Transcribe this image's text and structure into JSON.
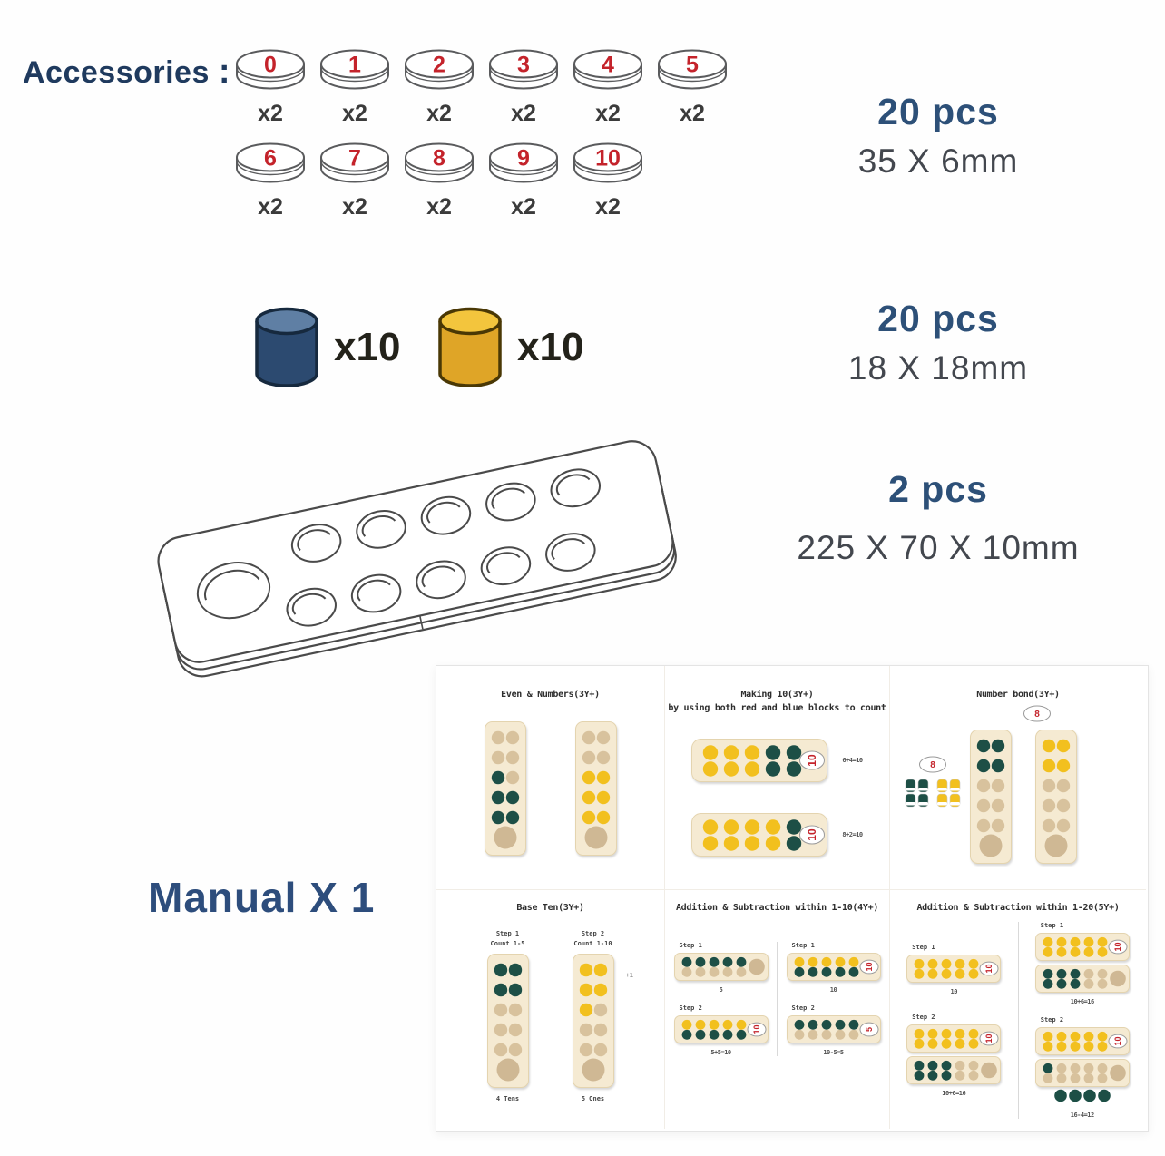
{
  "colors": {
    "navy_header": "#1f3a5e",
    "navy_pcs": "#2d5078",
    "navy_manual": "#2d4d7c",
    "size_gray": "#43474e",
    "red": "#c4232b",
    "disc_stroke": "#5a5b5d",
    "green": "#1d4f46",
    "yellow": "#f2c01e",
    "beige": "#d8c29d",
    "board_fill": "#f5ead2",
    "board_edge": "#e4d4af",
    "big_circle": "#cfb894",
    "blue_cyl": {
      "top": "#5f7fa4",
      "body": "#2c4a70",
      "stroke": "#16293e"
    },
    "yellow_cyl": {
      "top": "#f3c53d",
      "body": "#dfa527",
      "stroke": "#4a3805"
    }
  },
  "header": {
    "label": "Accessories",
    "colon": ":"
  },
  "discs": {
    "row1": [
      {
        "num": "0",
        "qty": "x2"
      },
      {
        "num": "1",
        "qty": "x2"
      },
      {
        "num": "2",
        "qty": "x2"
      },
      {
        "num": "3",
        "qty": "x2"
      },
      {
        "num": "4",
        "qty": "x2"
      },
      {
        "num": "5",
        "qty": "x2"
      }
    ],
    "row2": [
      {
        "num": "6",
        "qty": "x2"
      },
      {
        "num": "7",
        "qty": "x2"
      },
      {
        "num": "8",
        "qty": "x2"
      },
      {
        "num": "9",
        "qty": "x2"
      },
      {
        "num": "10",
        "qty": "x2"
      }
    ]
  },
  "cylinders": [
    {
      "name": "blue-cylinder",
      "palette": "blue_cyl",
      "qty": "x10"
    },
    {
      "name": "yellow-cylinder",
      "palette": "yellow_cyl",
      "qty": "x10"
    }
  ],
  "specs": [
    {
      "pcs": "20 pcs",
      "size": "35 X 6mm"
    },
    {
      "pcs": "20 pcs",
      "size": "18 X 18mm"
    },
    {
      "pcs": "2 pcs",
      "size": "225 X 70 X 10mm"
    }
  ],
  "manual_label": "Manual X 1",
  "manual": {
    "panels": [
      {
        "id": "even-numbers",
        "title": [
          "Even & Numbers(3Y+)"
        ],
        "figures": [
          {
            "type": "vboard",
            "dots": [
              "b",
              "b",
              "b",
              "b",
              "g",
              "b",
              "g",
              "g",
              "g",
              "g"
            ]
          },
          {
            "type": "vboard",
            "dots": [
              "b",
              "b",
              "b",
              "b",
              "y",
              "y",
              "y",
              "y",
              "y",
              "y"
            ]
          }
        ]
      },
      {
        "id": "making-10",
        "title": [
          "Making 10(3Y+)",
          "by using both red and blue blocks to count"
        ],
        "rows": [
          {
            "board": {
              "rows": [
                [
                  "y",
                  "y",
                  "y",
                  "g",
                  "g"
                ],
                [
                  "y",
                  "y",
                  "y",
                  "g",
                  "g"
                ]
              ],
              "badge": "10"
            },
            "label": "6+4=10"
          },
          {
            "board": {
              "rows": [
                [
                  "y",
                  "y",
                  "y",
                  "y",
                  "g"
                ],
                [
                  "y",
                  "y",
                  "y",
                  "y",
                  "g"
                ]
              ],
              "badge": "10"
            },
            "label": "8+2=10"
          }
        ]
      },
      {
        "id": "number-bond",
        "title": [
          "Number bond(3Y+)"
        ],
        "left": {
          "disc": "8",
          "stacks": [
            "g",
            "y"
          ]
        },
        "disc": "8",
        "figures": [
          {
            "type": "vboard",
            "dots": [
              "g",
              "g",
              "g",
              "g",
              "b",
              "b",
              "b",
              "b",
              "b",
              "b"
            ]
          },
          {
            "type": "vboard",
            "dots": [
              "y",
              "y",
              "y",
              "y",
              "b",
              "b",
              "b",
              "b",
              "b",
              "b"
            ]
          }
        ]
      },
      {
        "id": "base-ten",
        "title": [
          "Base Ten(3Y+)"
        ],
        "note": "+1",
        "columns": [
          {
            "caption_above": [
              "Step 1",
              "Count 1-5"
            ],
            "dots": [
              "g",
              "g",
              "g",
              "g",
              "b",
              "b",
              "b",
              "b",
              "b",
              "b"
            ],
            "caption_below": "4 Tens"
          },
          {
            "caption_above": [
              "Step 2",
              "Count 1-10"
            ],
            "dots": [
              "y",
              "y",
              "y",
              "y",
              "y",
              "b",
              "b",
              "b",
              "b",
              "b"
            ],
            "caption_below": "5 Ones"
          }
        ]
      },
      {
        "id": "add-sub-10",
        "title": [
          "Addition & Subtraction within 1-10(4Y+)"
        ],
        "quadrants": [
          {
            "step": "Step 1",
            "board": {
              "rows": [
                [
                  "g",
                  "g",
                  "g",
                  "g",
                  "g"
                ],
                [
                  "b",
                  "b",
                  "b",
                  "b",
                  "b"
                ]
              ],
              "badge": "circle"
            },
            "label": "5"
          },
          {
            "step": "Step 2",
            "board": {
              "rows": [
                [
                  "y",
                  "y",
                  "y",
                  "y",
                  "y"
                ],
                [
                  "g",
                  "g",
                  "g",
                  "g",
                  "g"
                ]
              ],
              "badge": "10"
            },
            "label": "5+5=10"
          },
          {
            "step": "Step 1",
            "board": {
              "rows": [
                [
                  "y",
                  "y",
                  "y",
                  "y",
                  "y"
                ],
                [
                  "g",
                  "g",
                  "g",
                  "g",
                  "g"
                ]
              ],
              "badge": "10"
            },
            "label": "10"
          },
          {
            "step": "Step 2",
            "board": {
              "rows": [
                [
                  "g",
                  "g",
                  "g",
                  "g",
                  "g"
                ],
                [
                  "b",
                  "b",
                  "b",
                  "b",
                  "b"
                ]
              ],
              "badge": "5"
            },
            "label": "10-5=5"
          }
        ]
      },
      {
        "id": "add-sub-20",
        "title": [
          "Addition & Subtraction within 1-20(5Y+)"
        ],
        "quadrants": [
          {
            "step": "Step 1",
            "boards": [
              {
                "rows": [
                  [
                    "y",
                    "y",
                    "y",
                    "y",
                    "y"
                  ],
                  [
                    "y",
                    "y",
                    "y",
                    "y",
                    "y"
                  ]
                ],
                "badge": "10"
              }
            ],
            "label": "10"
          },
          {
            "step": "Step 2",
            "boards": [
              {
                "rows": [
                  [
                    "y",
                    "y",
                    "y",
                    "y",
                    "y"
                  ],
                  [
                    "y",
                    "y",
                    "y",
                    "y",
                    "y"
                  ]
                ],
                "badge": "10"
              },
              {
                "rows": [
                  [
                    "g",
                    "g",
                    "g",
                    "b",
                    "b"
                  ],
                  [
                    "g",
                    "g",
                    "g",
                    "b",
                    "b"
                  ]
                ],
                "badge": "circle"
              }
            ],
            "label": "10+6=16"
          },
          {
            "step": "Step 1",
            "boards": [
              {
                "rows": [
                  [
                    "y",
                    "y",
                    "y",
                    "y",
                    "y"
                  ],
                  [
                    "y",
                    "y",
                    "y",
                    "y",
                    "y"
                  ]
                ],
                "badge": "10"
              },
              {
                "rows": [
                  [
                    "g",
                    "g",
                    "g",
                    "b",
                    "b"
                  ],
                  [
                    "g",
                    "g",
                    "g",
                    "b",
                    "b"
                  ]
                ],
                "badge": "circle"
              }
            ],
            "label": "10+6=16"
          },
          {
            "step": "Step 2",
            "boards": [
              {
                "rows": [
                  [
                    "y",
                    "y",
                    "y",
                    "y",
                    "y"
                  ],
                  [
                    "y",
                    "y",
                    "y",
                    "y",
                    "y"
                  ]
                ],
                "badge": "10"
              },
              {
                "rows": [
                  [
                    "g",
                    "b",
                    "b",
                    "b",
                    "b"
                  ],
                  [
                    "b",
                    "b",
                    "b",
                    "b",
                    "b"
                  ]
                ],
                "badge": "circle"
              }
            ],
            "loose": [
              "g",
              "g",
              "g",
              "g"
            ],
            "label": "16-4=12"
          }
        ]
      }
    ]
  }
}
